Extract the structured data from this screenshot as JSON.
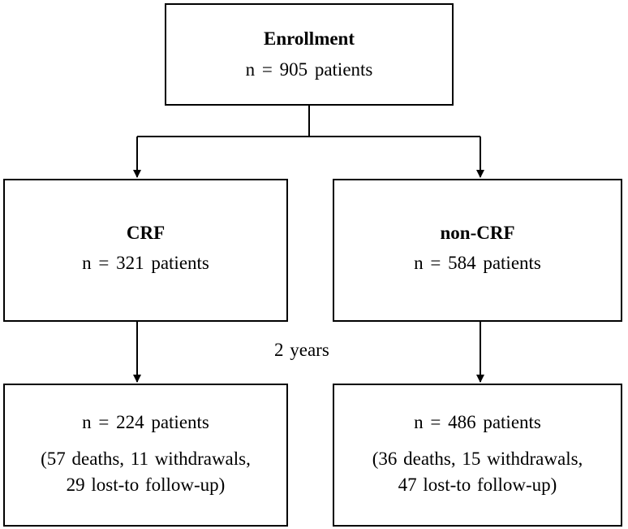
{
  "enrollment": {
    "title": "Enrollment",
    "count": "n = 905  patients"
  },
  "groups": [
    {
      "title": "CRF",
      "count": "n = 321  patients",
      "outcome": {
        "count": "n = 224  patients",
        "detail_line1": "(57  deaths, 11  withdrawals,",
        "detail_line2": "29  lost-to follow-up)"
      }
    },
    {
      "title": "non-CRF",
      "count": "n = 584  patients",
      "outcome": {
        "count": "n = 486  patients",
        "detail_line1": "(36  deaths, 15  withdrawals,",
        "detail_line2": "47  lost-to follow-up)"
      }
    }
  ],
  "follow_up_label": "2 years"
}
